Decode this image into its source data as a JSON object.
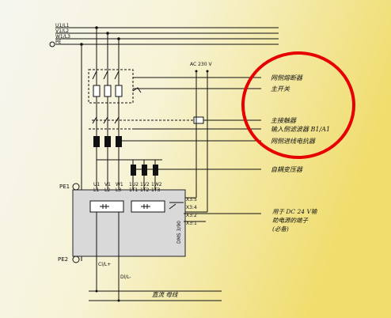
{
  "bus_labels": {
    "l1": "U1/L1",
    "l2": "V1/L2",
    "l3": "W1/L3",
    "pe": "PE"
  },
  "supply": {
    "ac": "AC 230 V"
  },
  "terminals": {
    "pe1": "PE1",
    "pe2": "PE2",
    "top": [
      "U1",
      "V1",
      "W1",
      "1U2",
      "1V2",
      "1W2"
    ],
    "bottom": [
      "L1",
      "L2",
      "L3",
      "1T1",
      "1T2",
      "1T3"
    ],
    "x3": [
      "X3:5",
      "X3:4",
      "X3:2",
      "X3:1"
    ],
    "cl": "Cl/L+",
    "dl": "Dl/L-",
    "device": "DMS 3/90"
  },
  "annotations": {
    "isolator": "网侧熔断器",
    "main_switch": "主开关",
    "contactor": "主接触器",
    "input_filter": "输入侧滤波器 B1/A1",
    "reactor": "网侧进线电抗器",
    "transformer": "自耦变压器",
    "dc_line1": "用于 DC 24 V输",
    "dc_line2": "助电源的端子",
    "dc_line3": "(必备)",
    "dc_bus": "直流 母线"
  },
  "colors": {
    "bg_left": "#f4f4ee",
    "bg_right": "#f1e07a",
    "device": "#d9d9d9",
    "highlight": "#e60000"
  }
}
